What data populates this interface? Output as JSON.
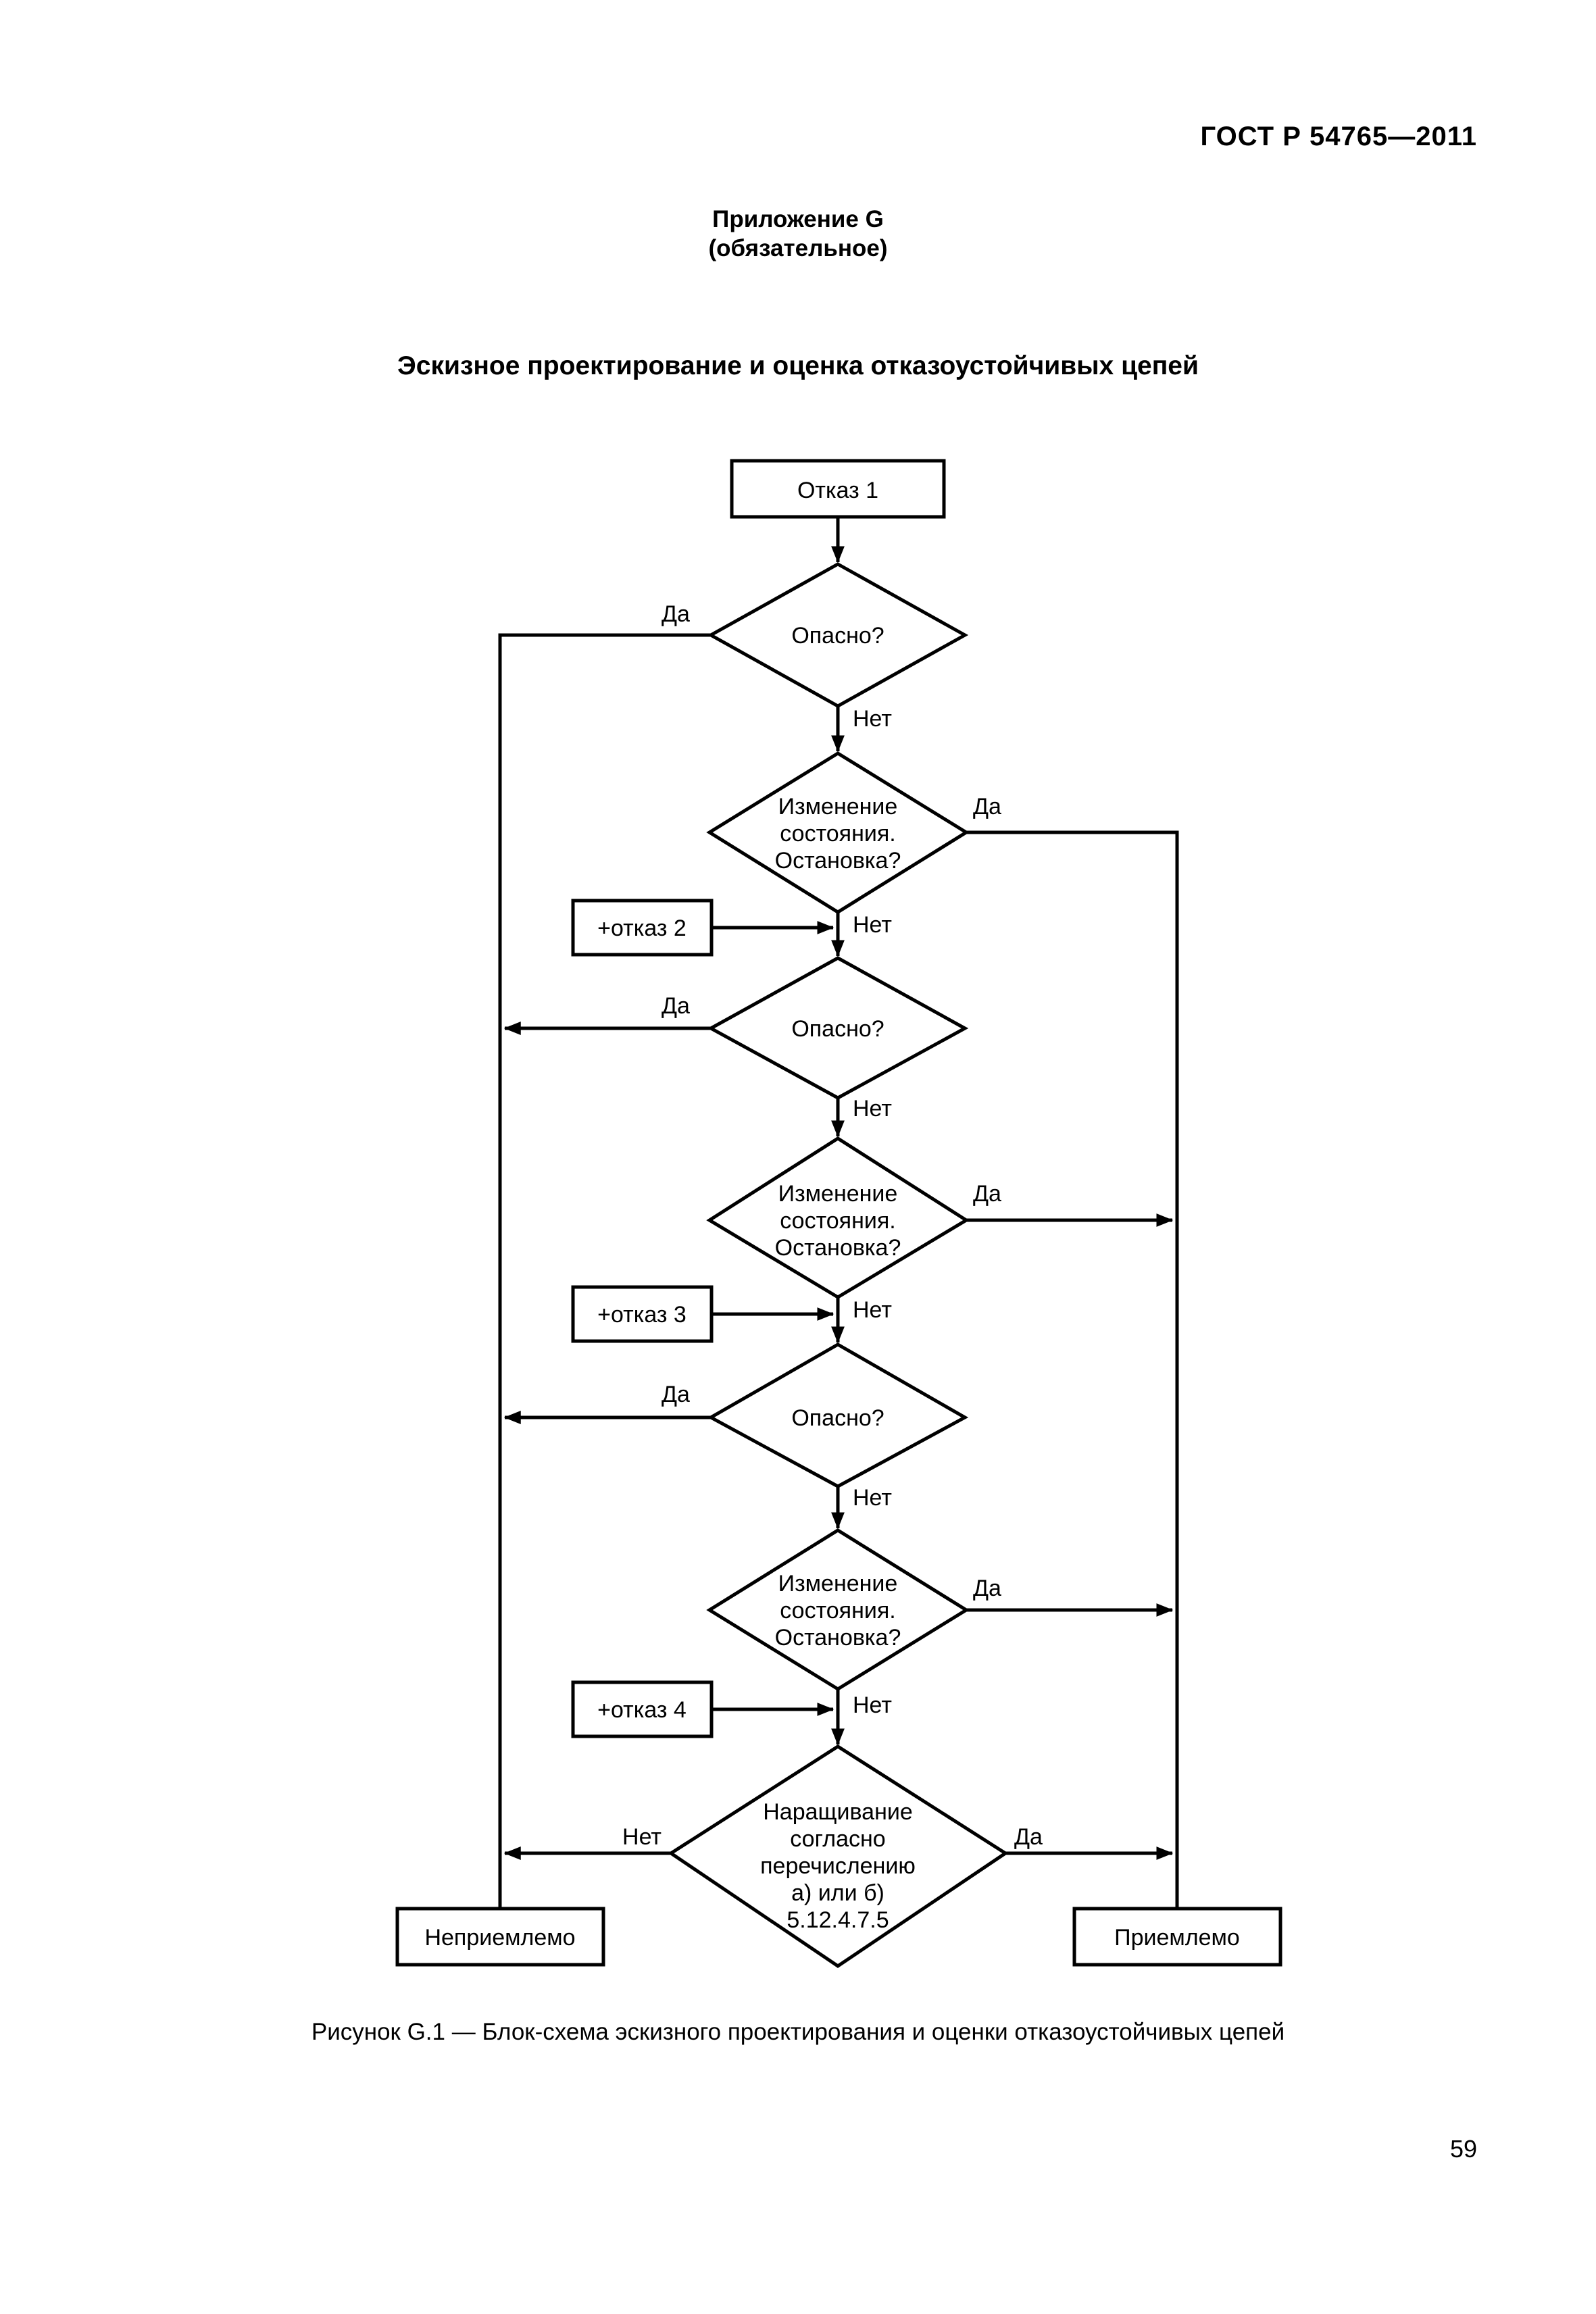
{
  "header": {
    "standard": "ГОСТ Р 54765—2011"
  },
  "appendix": {
    "title": "Приложение G",
    "subtitle": "(обязательное)"
  },
  "heading": "Эскизное проектирование и оценка отказоустойчивых цепей",
  "flowchart": {
    "start": "Отказ 1",
    "dangerous": "Опасно?",
    "state_change": [
      "Изменение",
      "состояния.",
      "Остановка?"
    ],
    "add_fault_2": "+отказ 2",
    "add_fault_3": "+отказ 3",
    "add_fault_4": "+отказ 4",
    "build_up": [
      "Наращивание",
      "согласно",
      "перечислению",
      "а) или б)",
      "5.12.4.7.5"
    ],
    "yes": "Да",
    "no": "Нет",
    "unacceptable": "Неприемлемо",
    "acceptable": "Приемлемо"
  },
  "caption": "Рисунок G.1 — Блок-схема эскизного проектирования и оценки отказоустойчивых цепей",
  "page_number": "59"
}
